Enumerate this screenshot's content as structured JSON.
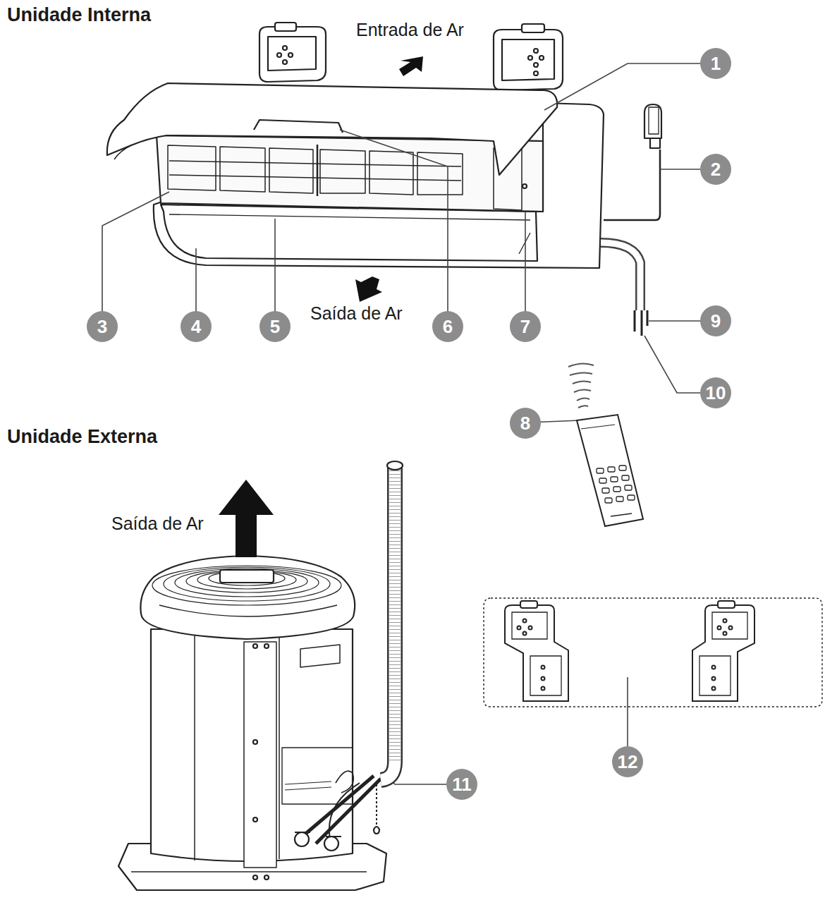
{
  "diagram": {
    "nodes": [
      {
        "text": [
          "1"
        ]
      },
      {
        "text": [
          "2"
        ]
      },
      {
        "text": [
          "3"
        ]
      },
      {
        "text": [
          "4"
        ]
      },
      {
        "text": [
          "5"
        ]
      },
      {
        "text": [
          "6"
        ]
      },
      {
        "text": [
          "7"
        ]
      },
      {
        "text": [
          "9"
        ]
      },
      {
        "text": [
          "10"
        ]
      },
      {
        "text": [
          "8"
        ]
      },
      {
        "text": [
          "12"
        ]
      },
      {
        "text": [
          "11"
        ]
      }
    ],
    "labels": [
      "Unidade Interna",
      "Entrada de Ar",
      "Saída de Ar",
      "Unidade Externa",
      "Saída de Ar"
    ]
  }
}
